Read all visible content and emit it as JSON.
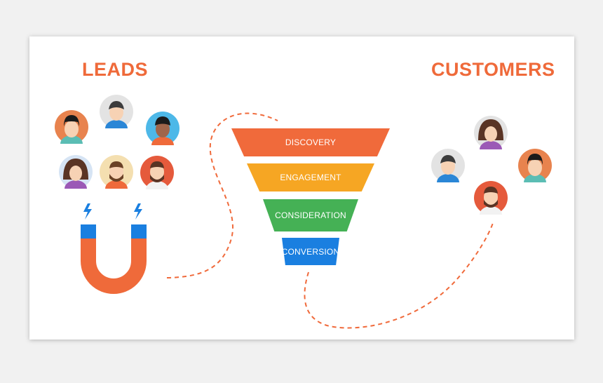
{
  "leads": {
    "title": "LEADS"
  },
  "customers": {
    "title": "CUSTOMERS"
  },
  "funnel": {
    "stages": [
      {
        "label": "DISCOVERY",
        "color": "#f06a3b"
      },
      {
        "label": "ENGAGEMENT",
        "color": "#f6a623"
      },
      {
        "label": "CONSIDERATION",
        "color": "#45b155"
      },
      {
        "label": "CONVERSION",
        "color": "#1a7fe0"
      }
    ]
  },
  "colors": {
    "accent": "#f06a3b",
    "heading": "#ef6a3a",
    "dashed_path": "#f06a3b",
    "magnet_body": "#ef6a3a",
    "magnet_tips": "#1a7fe0"
  },
  "icons": {
    "magnet": "magnet-icon",
    "lightning": "lightning-icon",
    "avatar": "person-avatar-icon"
  }
}
